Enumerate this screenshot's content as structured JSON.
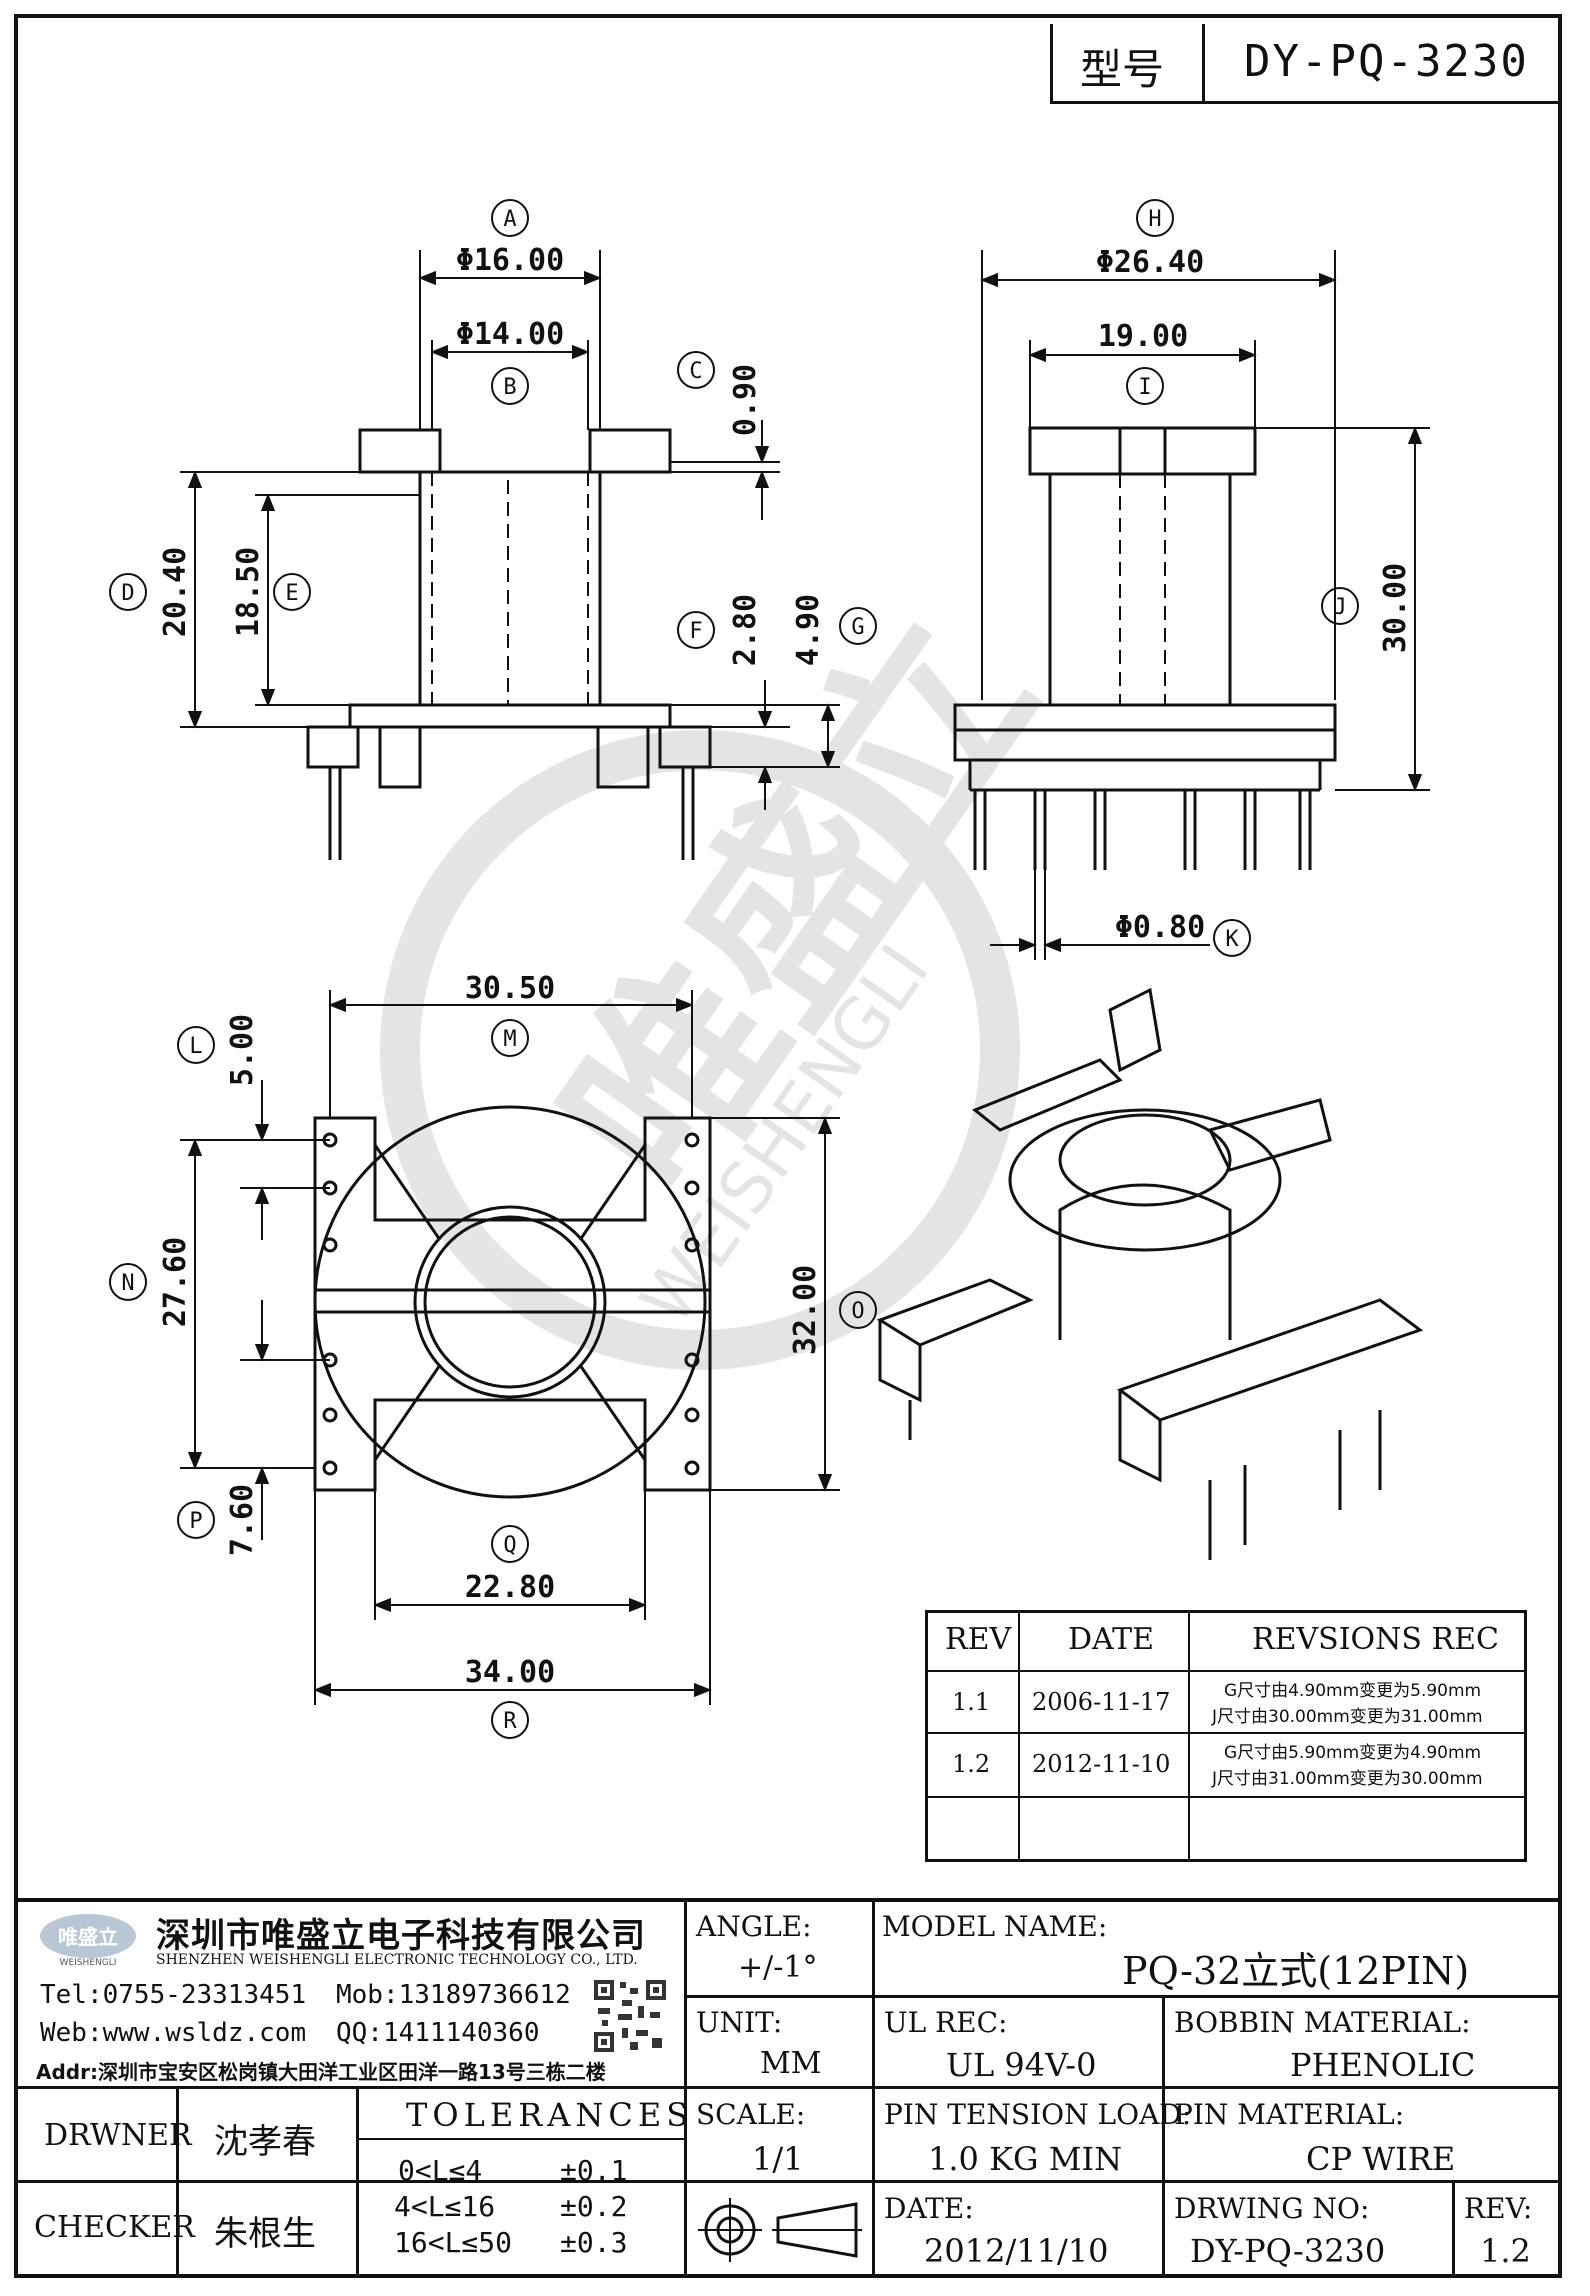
{
  "title_block": {
    "type_label": "型号",
    "model_code": "DY-PQ-3230"
  },
  "dimensions": {
    "A": {
      "label": "A",
      "value": "Φ16.00"
    },
    "B": {
      "label": "B",
      "value": "Φ14.00"
    },
    "C": {
      "label": "C",
      "value": "0.90"
    },
    "D": {
      "label": "D",
      "value": "20.40"
    },
    "E": {
      "label": "E",
      "value": "18.50"
    },
    "F": {
      "label": "F",
      "value": "2.80"
    },
    "G": {
      "label": "G",
      "value": "4.90"
    },
    "H": {
      "label": "H",
      "value": "Φ26.40"
    },
    "I": {
      "label": "I",
      "value": "19.00"
    },
    "J": {
      "label": "J",
      "value": "30.00"
    },
    "K": {
      "label": "K",
      "value": "Φ0.80"
    },
    "L": {
      "label": "L",
      "value": "5.00"
    },
    "M": {
      "label": "M",
      "value": "30.50"
    },
    "N": {
      "label": "N",
      "value": "27.60"
    },
    "O": {
      "label": "O",
      "value": "32.00"
    },
    "P": {
      "label": "P",
      "value": "7.60"
    },
    "Q": {
      "label": "Q",
      "value": "22.80"
    },
    "R": {
      "label": "R",
      "value": "34.00"
    }
  },
  "watermark": {
    "chinese": "唯盛立",
    "english": "WEISHENGLI"
  },
  "revisions": {
    "headers": [
      "REV",
      "DATE",
      "REVSIONS REC"
    ],
    "rows": [
      {
        "rev": "1.1",
        "date": "2006-11-17",
        "line1": "G尺寸由4.90mm变更为5.90mm",
        "line2": "J尺寸由30.00mm变更为31.00mm"
      },
      {
        "rev": "1.2",
        "date": "2012-11-10",
        "line1": "G尺寸由5.90mm变更为4.90mm",
        "line2": "J尺寸由31.00mm变更为30.00mm"
      }
    ]
  },
  "company": {
    "logo_text": "唯盛立",
    "logo_sub": "WEISHENGLI",
    "name_cn": "深圳市唯盛立电子科技有限公司",
    "name_en": "SHENZHEN WEISHENGLI ELECTRONIC TECHNOLOGY CO., LTD.",
    "tel": "Tel:0755-23313451",
    "mob": "Mob:13189736612",
    "web": "Web:www.wsldz.com",
    "qq": "QQ:1411140360",
    "addr": "Addr:深圳市宝安区松岗镇大田洋工业区田洋一路13号三栋二楼"
  },
  "fields": {
    "angle_label": "ANGLE:",
    "angle_value": "+/-1°",
    "model_name_label": "MODEL NAME:",
    "model_name_value": "PQ-32立式(12PIN)",
    "unit_label": "UNIT:",
    "unit_value": "MM",
    "ul_label": "UL REC:",
    "ul_value": "UL 94V-0",
    "bobbin_label": "BOBBIN MATERIAL:",
    "bobbin_value": "PHENOLIC",
    "scale_label": "SCALE:",
    "scale_value": "1/1",
    "pin_tension_label": "PIN TENSION LOAD:",
    "pin_tension_value": "1.0 KG MIN",
    "pin_material_label": "PIN MATERIAL:",
    "pin_material_value": "CP WIRE",
    "date_label": "DATE:",
    "date_value": "2012/11/10",
    "drwing_label": "DRWING NO:",
    "drwing_value": "DY-PQ-3230",
    "rev_label": "REV:",
    "rev_value": "1.2",
    "drawer_label": "DRWNER",
    "drawer_name": "沈孝春",
    "checker_label": "CHECKER",
    "checker_name": "朱根生",
    "tolerances_title": "TOLERANCES",
    "tolerances": [
      {
        "range": "0<L≤4",
        "value": "±0.1"
      },
      {
        "range": "4<L≤16",
        "value": "±0.2"
      },
      {
        "range": "16<L≤50",
        "value": "±0.3"
      }
    ]
  }
}
